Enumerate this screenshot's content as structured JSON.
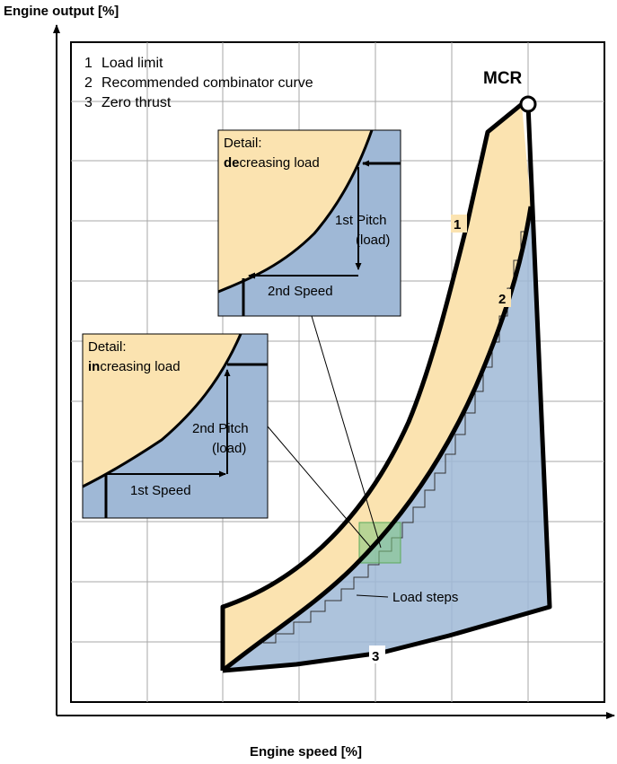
{
  "axes": {
    "y_title": "Engine output [%]",
    "x_title": "Engine speed [%]"
  },
  "legend": [
    {
      "num": "1",
      "label": "Load limit"
    },
    {
      "num": "2",
      "label": "Recommended combinator curve"
    },
    {
      "num": "3",
      "label": "Zero thrust"
    }
  ],
  "mcr_label": "MCR",
  "curve_labels": {
    "load_limit": "1",
    "combinator": "2",
    "zero_thrust": "3"
  },
  "load_steps_label": "Load steps",
  "detail_decreasing": {
    "line1": "Detail:",
    "bold_part": "de",
    "rest": "creasing load",
    "pitch_line1": "1st Pitch",
    "pitch_line2": "(load)",
    "speed": "2nd Speed"
  },
  "detail_increasing": {
    "line1": "Detail:",
    "bold_part": "in",
    "rest": "creasing load",
    "pitch_line1": "2nd Pitch",
    "pitch_line2": "(load)",
    "speed": "1st Speed"
  },
  "colors": {
    "blue_area": "#9fb8d6",
    "yellow_area": "#fbe3b0",
    "grid": "#a7a7a7",
    "highlight": "#7fc97f"
  }
}
